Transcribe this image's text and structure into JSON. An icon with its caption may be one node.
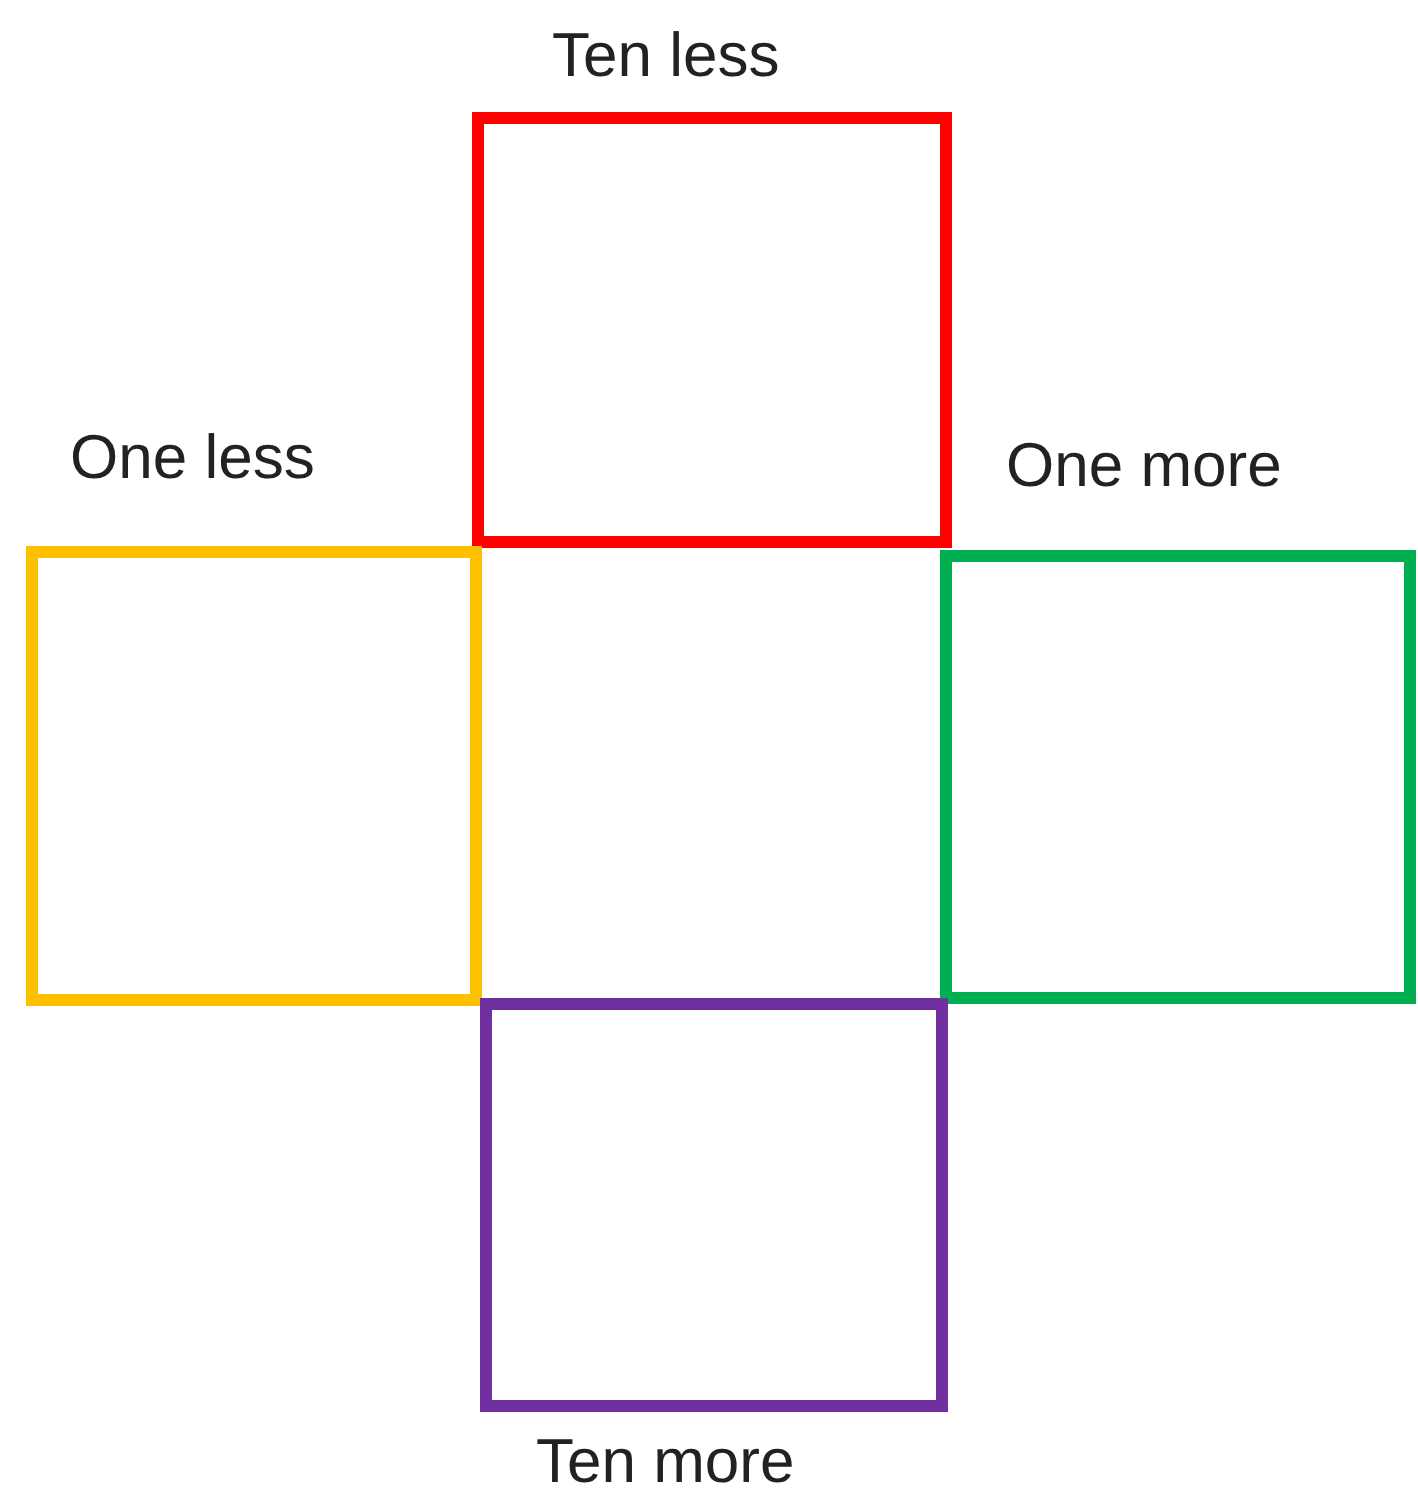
{
  "diagram": {
    "nodes": [
      {
        "text": [
          "Ten less"
        ]
      },
      {
        "text": [
          "One less"
        ]
      },
      {
        "text": [
          "One more"
        ]
      },
      {
        "text": [
          "Ten more"
        ]
      }
    ]
  }
}
